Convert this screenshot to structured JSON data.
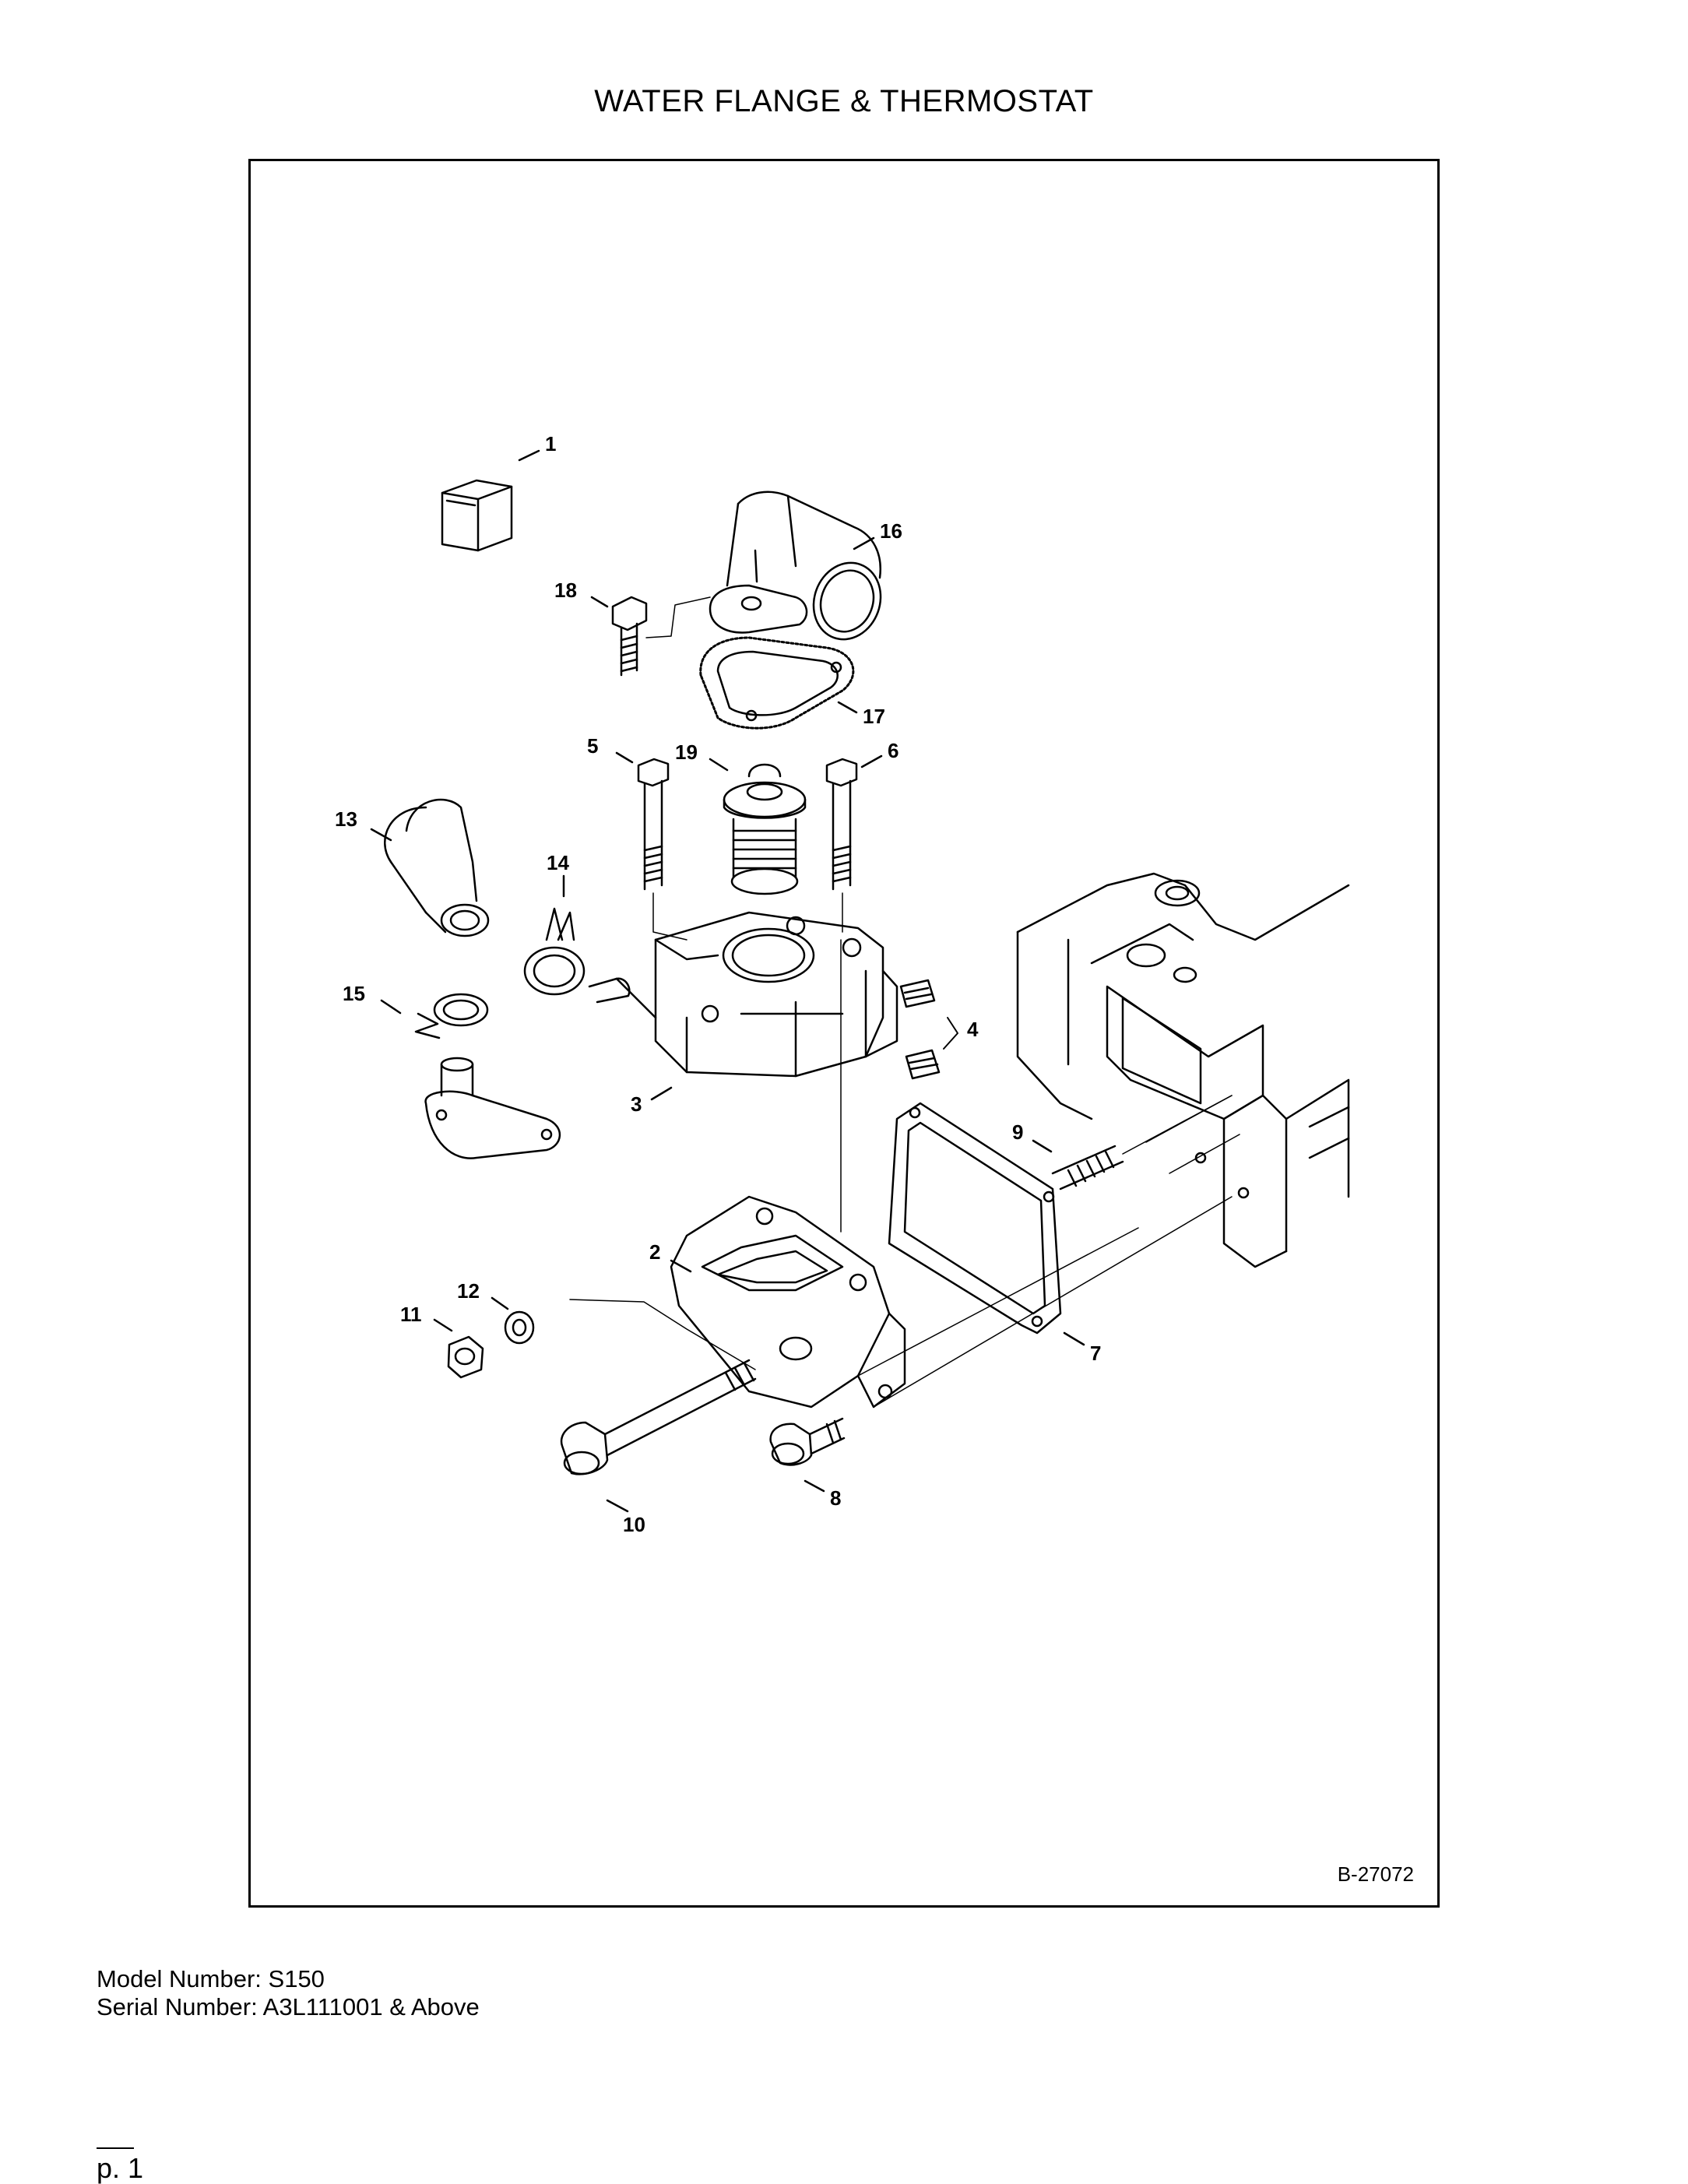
{
  "title": "WATER FLANGE & THERMOSTAT",
  "diagram": {
    "reference_code": "B-27072",
    "callouts": [
      "1",
      "2",
      "3",
      "4",
      "5",
      "6",
      "7",
      "8",
      "9",
      "10",
      "11",
      "12",
      "13",
      "14",
      "15",
      "16",
      "17",
      "18",
      "19"
    ]
  },
  "footer": {
    "model_line": "Model Number: S150",
    "serial_line": "Serial Number: A3L111001 & Above",
    "page_label": "p. 1"
  }
}
